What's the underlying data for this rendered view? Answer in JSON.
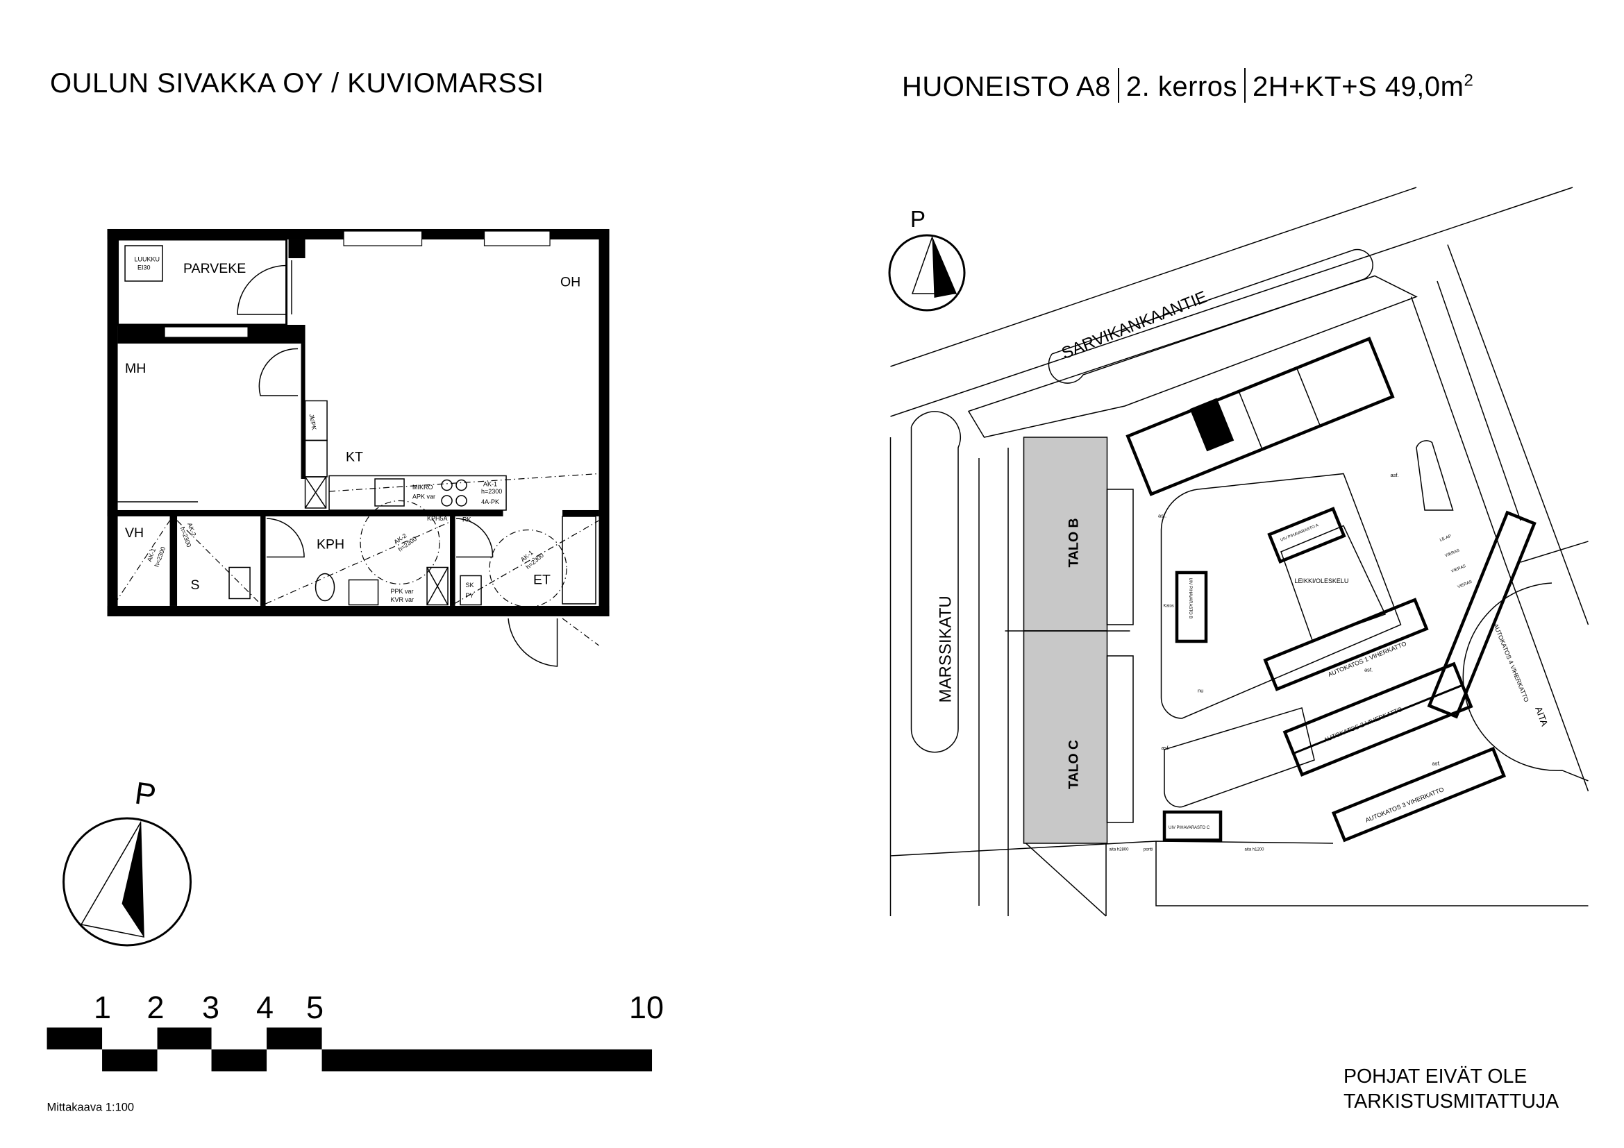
{
  "header": {
    "left_title": "OULUN SIVAKKA OY / KUVIOMARSSI",
    "apartment": "HUONEISTO  A8",
    "floor": "2. kerros",
    "type": "2H+KT+S  49,0m",
    "area_sup": "2"
  },
  "floorplan": {
    "rooms": {
      "parveke": "PARVEKE",
      "luukku": "LUUKKU",
      "luukku_class": "EI30",
      "oh": "OH",
      "mh": "MH",
      "kt": "KT",
      "vh": "VH",
      "kph": "KPH",
      "s": "S",
      "et": "ET"
    },
    "annotations": {
      "ak1": "AK-1",
      "ak2": "AK-2",
      "h2300": "h=2300",
      "mikro": "MIKRO",
      "apk": "APK var",
      "pk4a": "4A-PK",
      "kph5a": "KPH5A",
      "rk": "RK",
      "ppk": "PPK var",
      "kvr": "KVR var",
      "sk": "SK",
      "py": "PY",
      "jkpk": "Jk/PK"
    }
  },
  "north_label": "P",
  "scale_bar": {
    "ticks": [
      "1",
      "2",
      "3",
      "4",
      "5",
      "10"
    ],
    "caption": "Mittakaava 1:100"
  },
  "site": {
    "street_north": "SARVIKANKAANTIE",
    "street_west": "MARSSIKATU",
    "talo_b": "TALO B",
    "talo_c": "TALO C",
    "aita": "AITA",
    "play_area": "LEIKKI/OLESKELU",
    "storage_a": "UIV PIHAVARASTO A",
    "storage_b": "UIV PIHAVARASTO B",
    "storage_c": "UIV PIHAVARASTO C",
    "carport1": "AUTOKATOS 1 VIHERKATTO",
    "carport2": "AUTOKATOS 2 VIHERKATTO",
    "carport3": "AUTOKATOS 3 VIHERKATTO",
    "carport4": "AUTOKATOS 4 VIHERKATTO",
    "guest": "VIERAS",
    "le_ap": "LE-AP",
    "asf": "asf.",
    "nu": "nu",
    "katos": "Katos",
    "fence_h1200": "aita h1200",
    "fence_h2800": "aita h2800",
    "gate": "portti"
  },
  "footer_note": {
    "line1": "POHJAT EIVÄT OLE",
    "line2": "TARKISTUSMITATTUJA"
  }
}
